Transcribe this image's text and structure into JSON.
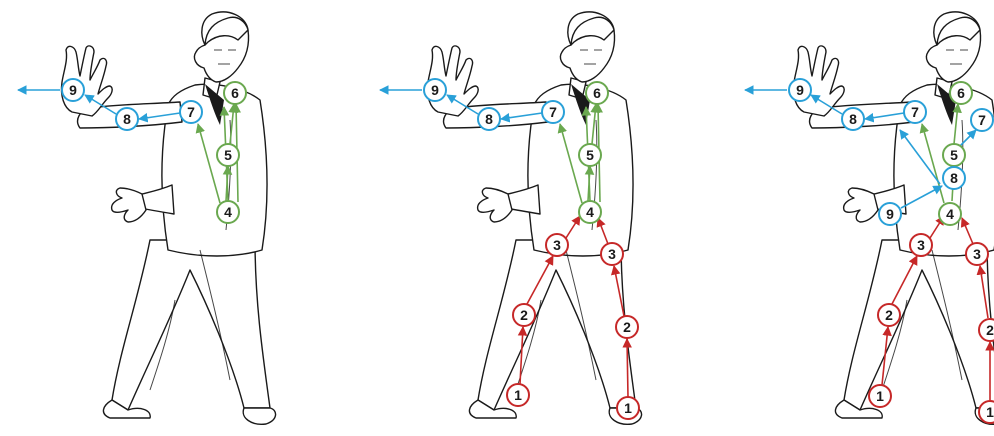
{
  "colors": {
    "green": "#6aa84f",
    "blue": "#29a0d8",
    "red": "#c62828",
    "ink": "#1a1a1a"
  },
  "panels": [
    {
      "figure": "tai-chi-figure-1",
      "nodes": [
        {
          "label": "9",
          "color": "blue"
        },
        {
          "label": "8",
          "color": "blue"
        },
        {
          "label": "7",
          "color": "blue"
        },
        {
          "label": "6",
          "color": "green"
        },
        {
          "label": "5",
          "color": "green"
        },
        {
          "label": "4",
          "color": "green"
        }
      ]
    },
    {
      "figure": "tai-chi-figure-2",
      "nodes": [
        {
          "label": "9",
          "color": "blue"
        },
        {
          "label": "8",
          "color": "blue"
        },
        {
          "label": "7",
          "color": "blue"
        },
        {
          "label": "6",
          "color": "green"
        },
        {
          "label": "5",
          "color": "green"
        },
        {
          "label": "4",
          "color": "green"
        },
        {
          "label": "3",
          "color": "red"
        },
        {
          "label": "3",
          "color": "red"
        },
        {
          "label": "2",
          "color": "red"
        },
        {
          "label": "2",
          "color": "red"
        },
        {
          "label": "1",
          "color": "red"
        },
        {
          "label": "1",
          "color": "red"
        }
      ]
    },
    {
      "figure": "tai-chi-figure-3",
      "nodes": [
        {
          "label": "9",
          "color": "blue"
        },
        {
          "label": "8",
          "color": "blue"
        },
        {
          "label": "7",
          "color": "blue"
        },
        {
          "label": "6",
          "color": "green"
        },
        {
          "label": "7",
          "color": "blue"
        },
        {
          "label": "5",
          "color": "green"
        },
        {
          "label": "8",
          "color": "blue"
        },
        {
          "label": "9",
          "color": "blue"
        },
        {
          "label": "4",
          "color": "green"
        },
        {
          "label": "3",
          "color": "red"
        },
        {
          "label": "3",
          "color": "red"
        },
        {
          "label": "2",
          "color": "red"
        },
        {
          "label": "2",
          "color": "red"
        },
        {
          "label": "1",
          "color": "red"
        },
        {
          "label": "1",
          "color": "red"
        }
      ]
    }
  ]
}
